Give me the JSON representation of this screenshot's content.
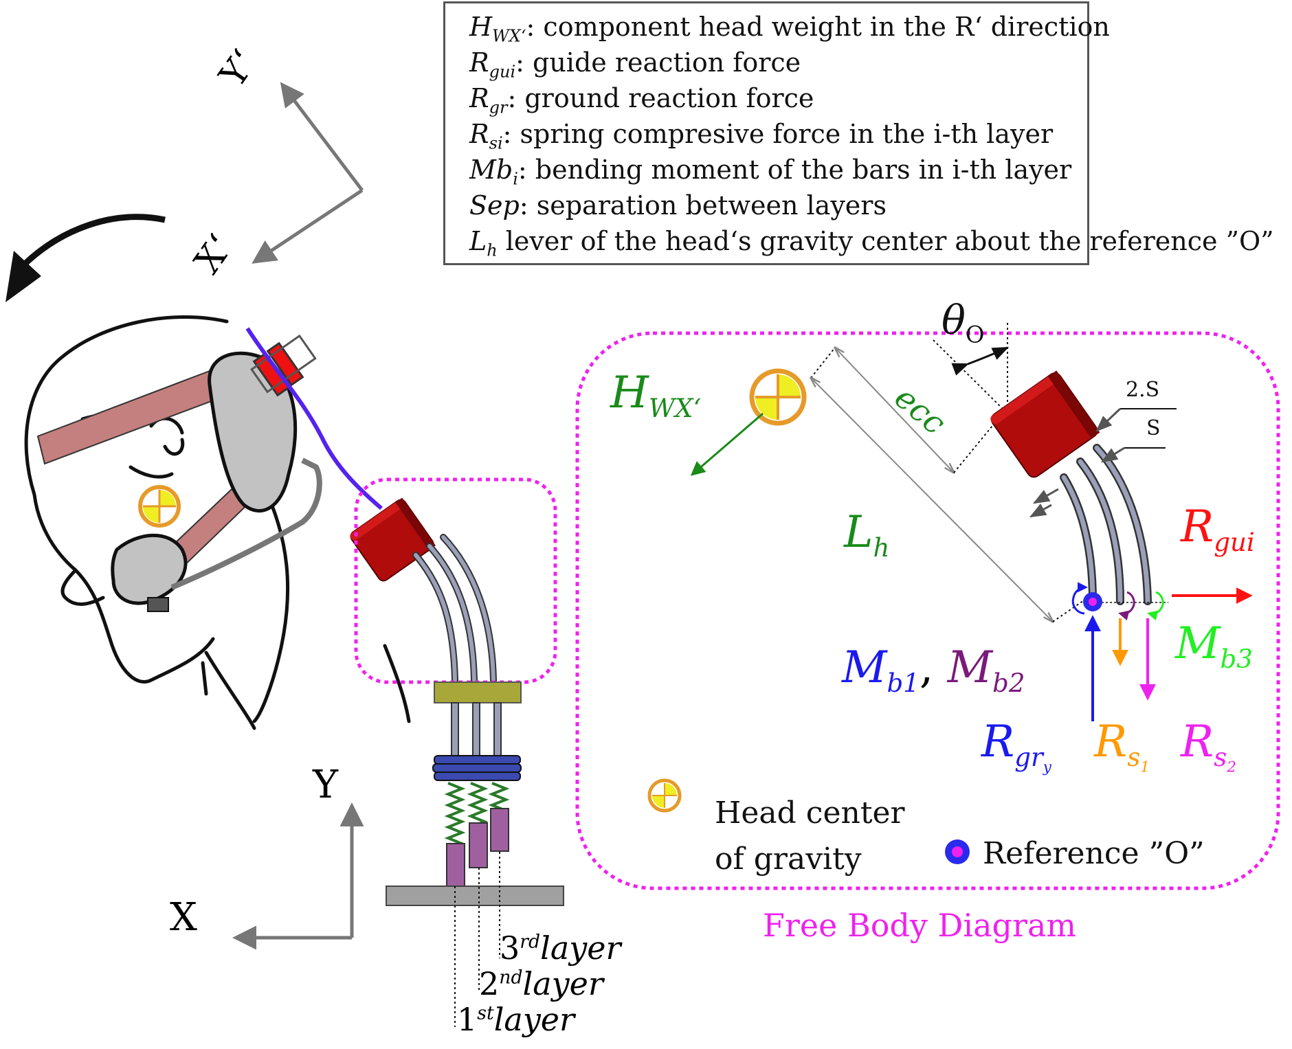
{
  "legend": {
    "items": [
      {
        "symbol": "H",
        "sub": "WX‘",
        "text": ": component head weight in the R‘ direction"
      },
      {
        "symbol": "R",
        "sub": "gui",
        "text": ": guide reaction force"
      },
      {
        "symbol": "R",
        "sub": "gr",
        "text": ": ground reaction force"
      },
      {
        "symbol": "R",
        "sub": "si",
        "text": ": spring compresive force in the i-th layer"
      },
      {
        "symbol": "Mb",
        "sub": "i",
        "text": ": bending moment of the bars in i-th layer"
      },
      {
        "symbol": "Sep",
        "sub": "",
        "text": ": separation between layers"
      },
      {
        "symbol": "L",
        "sub": "h",
        "text": " lever of the head‘s gravity center about the reference ”O”"
      }
    ]
  },
  "axes": {
    "rotated": {
      "y": "Y‘",
      "x": "X‘"
    },
    "fixed": {
      "y": "Y",
      "x": "X"
    }
  },
  "layers": [
    {
      "num": "1",
      "sup": "st",
      "word": "layer"
    },
    {
      "num": "2",
      "sup": "nd",
      "word": "layer"
    },
    {
      "num": "3",
      "sup": "rd",
      "word": "layer"
    }
  ],
  "fbd": {
    "title": "Free Body Diagram",
    "theta": {
      "sym": "θ",
      "sub": "O"
    },
    "ecc": "ecc",
    "lh": {
      "sym": "L",
      "sub": "h"
    },
    "hw": {
      "sym": "H",
      "sub": "WX‘"
    },
    "gap_2s": "2.S",
    "gap_s": "S",
    "rgui": {
      "sym": "R",
      "sub": "gui"
    },
    "mb3": {
      "sym": "M",
      "sub": "b3"
    },
    "mb1": {
      "sym": "M",
      "sub": "b1"
    },
    "comma": ",",
    "mb2": {
      "sym": "M",
      "sub": "b2"
    },
    "rgry": {
      "sym": "R",
      "sub": "gr",
      "subsub": "y"
    },
    "rs1": {
      "sym": "R",
      "sub": "s",
      "subsub": "1"
    },
    "rs2": {
      "sym": "R",
      "sub": "s",
      "subsub": "2"
    },
    "legend_cog_line1": "Head center",
    "legend_cog_line2": "of gravity",
    "legend_ref": "Reference ”O”"
  },
  "colors": {
    "magenta": "#ee22ee",
    "green": "#1a8a1a",
    "red": "#ff1111",
    "blue": "#1a1aee",
    "purple": "#7a1a7a",
    "orange": "#ff9900",
    "lime": "#22ee22",
    "block": "#b00c0c",
    "bar": "#8a8fa6",
    "axis": "#777777"
  }
}
